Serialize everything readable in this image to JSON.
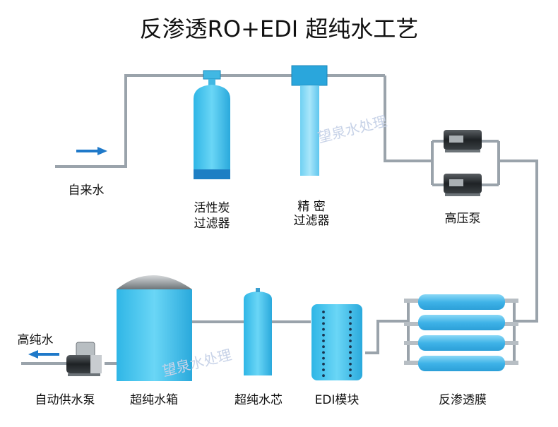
{
  "title": "反渗透RO+EDI 超纯水工艺",
  "labels": {
    "tap_water": "自来水",
    "carbon_filter_l1": "活性炭",
    "carbon_filter_l2": "过滤器",
    "precision_filter_l1": "精 密",
    "precision_filter_l2": "过滤器",
    "high_pressure_pump": "高压泵",
    "ro_membrane": "反渗透膜",
    "edi_module": "EDI模块",
    "ultrapure_core": "超纯水芯",
    "ultrapure_tank": "超纯水箱",
    "supply_pump": "自动供水泵",
    "ultrapure_water": "高纯水"
  },
  "watermarks": [
    "望泉水处理",
    "望泉水处理"
  ],
  "colors": {
    "pipe": "#9aa3ab",
    "tank_blue": "#4fc8ee",
    "tank_light": "#8ad9f3",
    "arrow_blue": "#1f79c9",
    "membrane_blue": "#57c0ec",
    "edi_dots": "#1a3550"
  },
  "icons": [
    "flow-arrow-icon",
    "pump-icon"
  ]
}
